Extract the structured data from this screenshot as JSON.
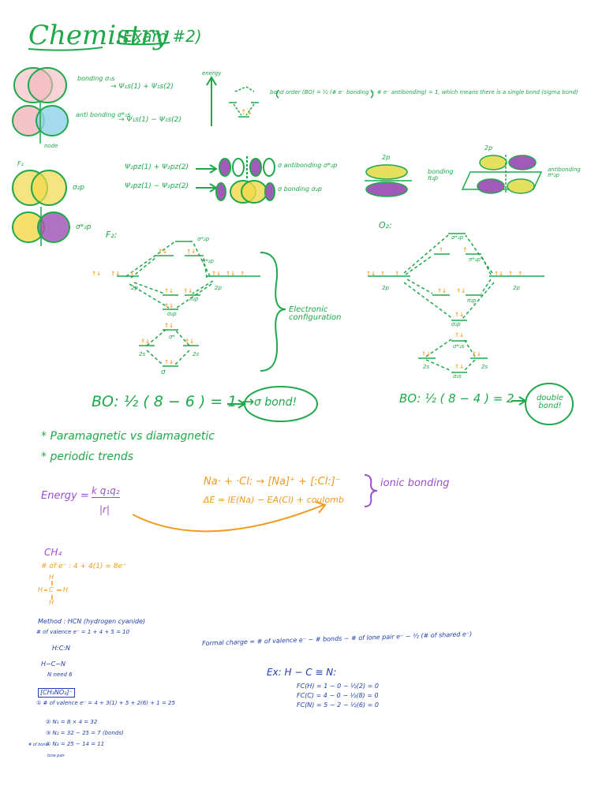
{
  "colors": {
    "green": "#1fa84a",
    "orange": "#f29a1e",
    "purple": "#9b4fd0",
    "blue": "#1f3fb0",
    "pink": "#e98f9a",
    "cyan": "#3fb0c8",
    "yellow": "#e6e060",
    "violet": "#a25ab8"
  },
  "header": {
    "title": "Chemistry",
    "exam": "(Exam #2)"
  },
  "h2": {
    "bonding": "bonding σ₁s",
    "bonding_eq": "→ Ψ₁s(1) + Ψ₁s(2)",
    "antibonding": "anti bonding σ*₁s",
    "antibonding_eq": "→ Ψ₁s(1) − Ψ₁s(2)",
    "node": "node",
    "energy": "energy",
    "bond_order": "bond order (BO) = ½ (# e⁻ bonding − # e⁻ antibonding) = 1, which means there is a single bond (sigma bond)"
  },
  "f2_orbitals": {
    "label": "F₂",
    "sigma": "σ₂p",
    "sigma_star": "σ*₂p",
    "eq1": "Ψ₂pz(1) + Ψ₂pz(2)",
    "eq2": "Ψ₂pz(1) − Ψ₂pz(2)",
    "antibonding": "σ antibonding σ*₂p",
    "bonding": "σ bonding σ₂p",
    "p2": "2p",
    "p2b": "2p",
    "pi_bonding": "bonding π₂p",
    "pi_antibonding": "antibonding π*₂p"
  },
  "f2_diagram": {
    "label": "F₂:",
    "top": "σ*₂p",
    "pi_star": "π*₂p",
    "pi": "π₂p",
    "sigma": "σ₂p",
    "sigma_s_star": "σ*",
    "sigma_s": "σ",
    "left_p": "2p",
    "right_p": "2p",
    "left_s": "2s",
    "right_s": "2s",
    "electron_config": "Electronic configuration",
    "bo": "BO: ½ ( 8 − 6 ) = 1 →",
    "bo_result": "σ bond!"
  },
  "o2_diagram": {
    "label": "O₂:",
    "top": "σ*₂p",
    "pi_star": "π*₂p",
    "pi": "π₂p",
    "sigma": "σ₂p",
    "sigma_s_star": "σ*₂s",
    "sigma_s": "σ₂s",
    "left_p": "2p",
    "right_p": "2p",
    "left_s": "2s",
    "right_s": "2s",
    "bo": "BO: ½ ( 8 − 4 ) = 2",
    "bo_result": "double bond!"
  },
  "topics": {
    "t1": "* Paramagnetic vs diamagnetic",
    "t2": "* periodic trends"
  },
  "ionic": {
    "energy": "Energy =",
    "frac_num": "k q₁q₂",
    "frac_den": "|r|",
    "reaction": "Na· + ·Cl: → [Na]⁺ + [:Cl:]⁻",
    "delta_e": "ΔE = IE(Na) − EA(Cl) + coulomb",
    "ionic_label": "ionic bonding"
  },
  "ch4": {
    "title": "CH₄",
    "valence": "# of e⁻ : 4 + 4(1) = 8e⁻",
    "h_top": "H",
    "h_left": "H",
    "c": "C",
    "h_right": "H",
    "h_bottom": "H"
  },
  "hcn": {
    "title": "Method : HCN (hydrogen cyanide)",
    "valence": "# of valence e⁻ = 1 + 4 + 5 = 10",
    "lewis1": "H:C:N",
    "lewis2": "H−C−N",
    "lewis3": "N need 6",
    "formal_charge": "Formal charge = # of valence e⁻ − # bonds − # of lone pair e⁻ − ½ (# of shared e⁻)",
    "ex_title": "Ex:  H − C ≡ N:",
    "fc_h": "FC(H) = 1 − 0 − ½(2) = 0",
    "fc_c": "FC(C) = 4 − 0 − ½(8) = 0",
    "fc_n": "FC(N) = 5 − 2 − ½(6) = 0"
  },
  "ch3no2": {
    "title": "[CH₃NO₂]⁻",
    "valence": "① # of valence e⁻ = 4 + 3(1) + 5 + 2(6) + 1 = 25",
    "n1": "② N₁ = 8 × 4 = 32",
    "n2": "③ N₂ = 32 − 25 = 7 (bonds)",
    "n3": "④ N₃ = 25 − 14 = 11",
    "side": "# of bond",
    "lone": "lone pair"
  }
}
